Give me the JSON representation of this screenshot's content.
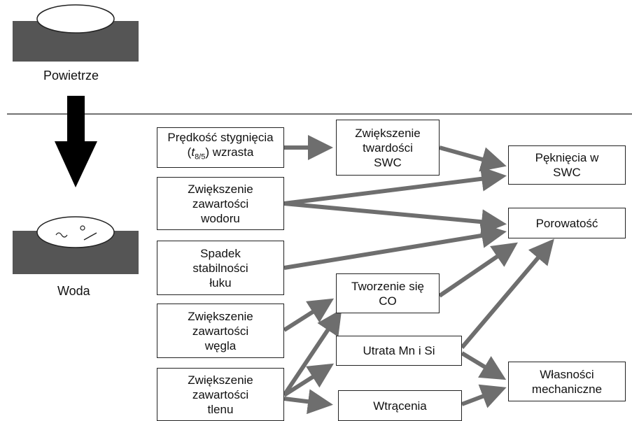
{
  "labels": {
    "air": "Powietrze",
    "water": "Woda"
  },
  "boxes": {
    "cooling_rate_a": "Prędkość stygnięcia",
    "cooling_rate_t": "t",
    "cooling_rate_sub": "8/5",
    "cooling_rate_b": ") wzrasta",
    "hardness": "Zwiększenie\ntwardości\nSWC",
    "hydrogen": "Zwiększenie\nzawartości\nwodoru",
    "arc": "Spadek\nstabilności\nłuku",
    "carbon": "Zwiększenie\nzawartości\nwęgla",
    "oxygen": "Zwiększenie\nzawartości\ntlenu",
    "co": "Tworzenie się\nCO",
    "mnsi": "Utrata Mn i Si",
    "inclusions": "Wtrącenia",
    "cracks": "Pęknięcia w\nSWC",
    "porosity": "Porowatość",
    "mech": "Własności\nmechaniczne"
  }
}
